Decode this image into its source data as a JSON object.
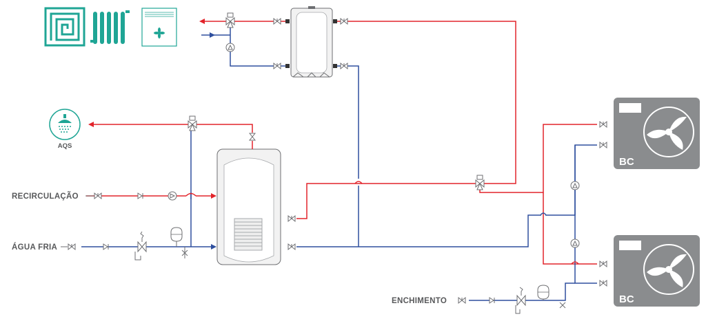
{
  "labels": {
    "aqs": "AQS",
    "recirculacao": "RECIRCULAÇÃO",
    "agua_fria": "ÁGUA FRIA",
    "enchimento": "ENCHIMENTO",
    "bc_top": "BC",
    "bc_bottom": "BC"
  },
  "colors": {
    "hot": "#e2232a",
    "cold": "#2e4f9e",
    "accent": "#1fa595",
    "unit": "#8a8c8e",
    "outline": "#6d6e71"
  },
  "icons": [
    "underfloor-heating-icon",
    "radiator-icon",
    "fan-coil-icon",
    "shower-icon",
    "heat-pump-fan-icon"
  ]
}
